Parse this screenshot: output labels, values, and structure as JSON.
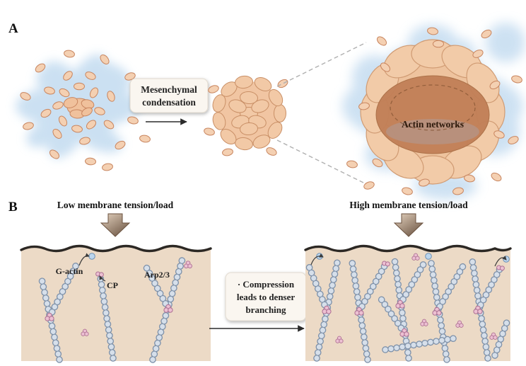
{
  "panelA": {
    "label": "A",
    "condensation": {
      "line1": "Mesenchymal",
      "line2": "condensation"
    },
    "actin_networks_label": "Actin networks"
  },
  "panelB": {
    "label": "B",
    "left_title": "Low membrane tension/load",
    "right_title": "High membrane tension/load",
    "molecules": {
      "g_actin": "G-actin",
      "cp": "CP",
      "arp23": "Arp2/3"
    },
    "compression": {
      "line1": "· Compression",
      "line2": "leads to denser",
      "line3": "branching"
    }
  },
  "colors": {
    "background": "#ffffff",
    "splat_blue": "#c3dbf0",
    "cell_fill": "#f4d0b2",
    "cell_stroke": "#c8855f",
    "sphere_core": "#c28058",
    "cytoplasm": "#ecdac6",
    "membrane": "#2c2824",
    "filament_bead": "#d6dfea",
    "filament_outline": "#7e91a9",
    "arp_pink": "#ecc0d2",
    "g_actin_blue": "#bcd6ee"
  }
}
